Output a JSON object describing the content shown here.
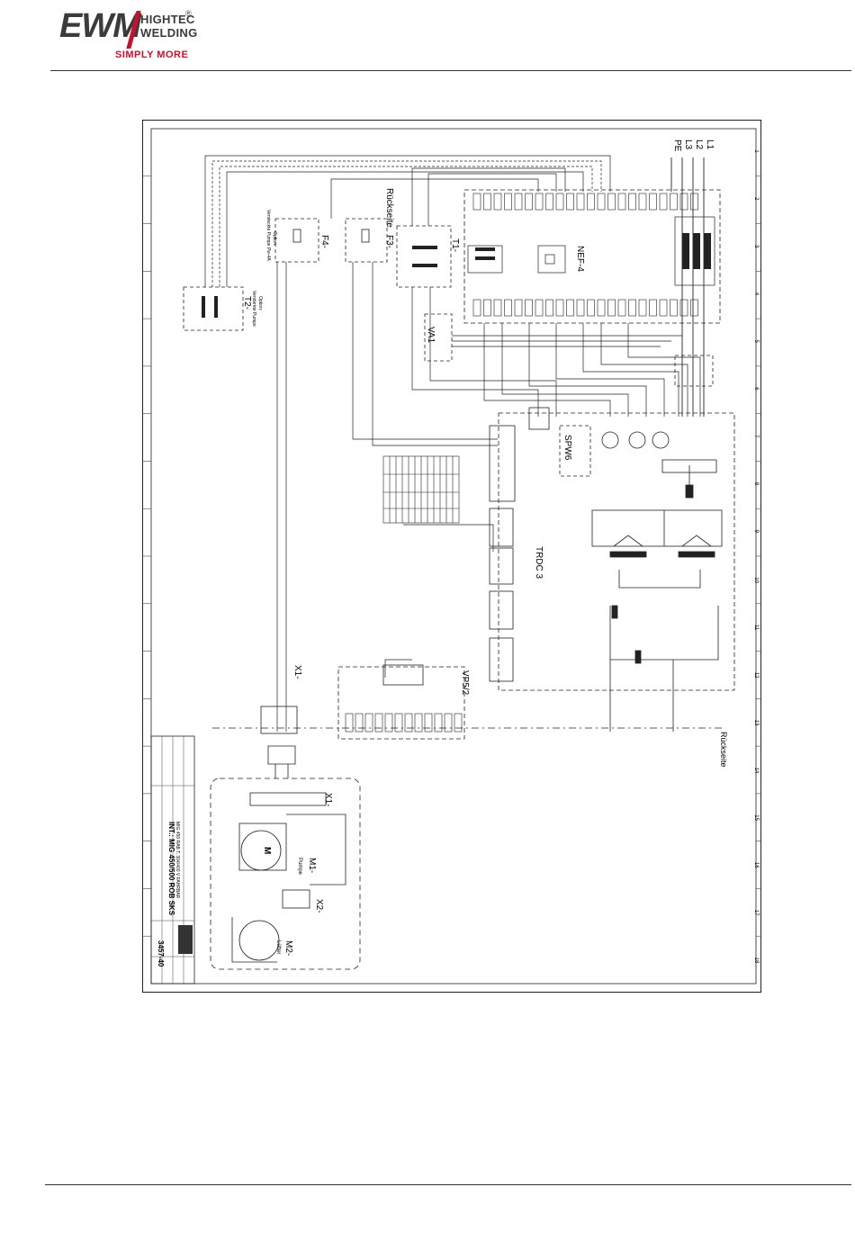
{
  "header": {
    "brand": "EWM",
    "brand_line1": "HIGHTEC",
    "brand_line2": "WELDING",
    "registered": "®",
    "slogan": "SIMPLY MORE"
  },
  "diagram": {
    "labels": {
      "ruckseite_top": "Rückseite",
      "ruckseite_right": "Rückseite",
      "nef": "NEF-4",
      "trdc": "TRDC 3",
      "vp": "VP5/2",
      "spw": "SPW6",
      "t1": "T1-",
      "t2": "T2-",
      "f3": "F3-",
      "f4": "F4-",
      "va1": "VA1",
      "x1_top": "X1-",
      "x1_bottom": "X1-",
      "x2": "X2-",
      "m1": "M1-",
      "m1_sub": "Pumpe",
      "m2": "M2-",
      "m2_sub": "Lüfter",
      "m_motor": "M",
      "option_top": "Option:",
      "option_sub": "Versteckte Pumpe Pw-4A",
      "option2_top": "Option:",
      "option2_sub": "Verstärkte Pumpe",
      "pe": "PE",
      "l1": "L1",
      "l2": "L2",
      "l3": "L3"
    },
    "title_block": {
      "title": "INT.: MIG 450/500 ROB SKS",
      "subtitle": "MIG 450 RAB T, 304/400 V FAHRBAR",
      "drawing_no": "3457-40"
    },
    "grid_numbers": [
      "1",
      "2",
      "3",
      "4",
      "5",
      "6",
      "7",
      "8",
      "9",
      "10",
      "11",
      "12",
      "13",
      "14",
      "15",
      "16",
      "17",
      "18"
    ]
  }
}
